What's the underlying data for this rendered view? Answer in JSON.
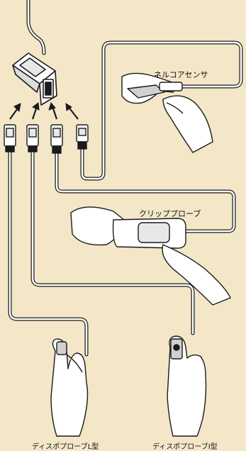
{
  "labels": {
    "nellcor": "ネルコアセンサ",
    "clip": "クリッププローブ",
    "disposable_l": "ディスポプローブL型",
    "disposable_i": "ディスポプローブI型"
  },
  "colors": {
    "background": "#f3e7c8",
    "ink": "#1a1a1a",
    "cable_fill": "#ffffff"
  }
}
